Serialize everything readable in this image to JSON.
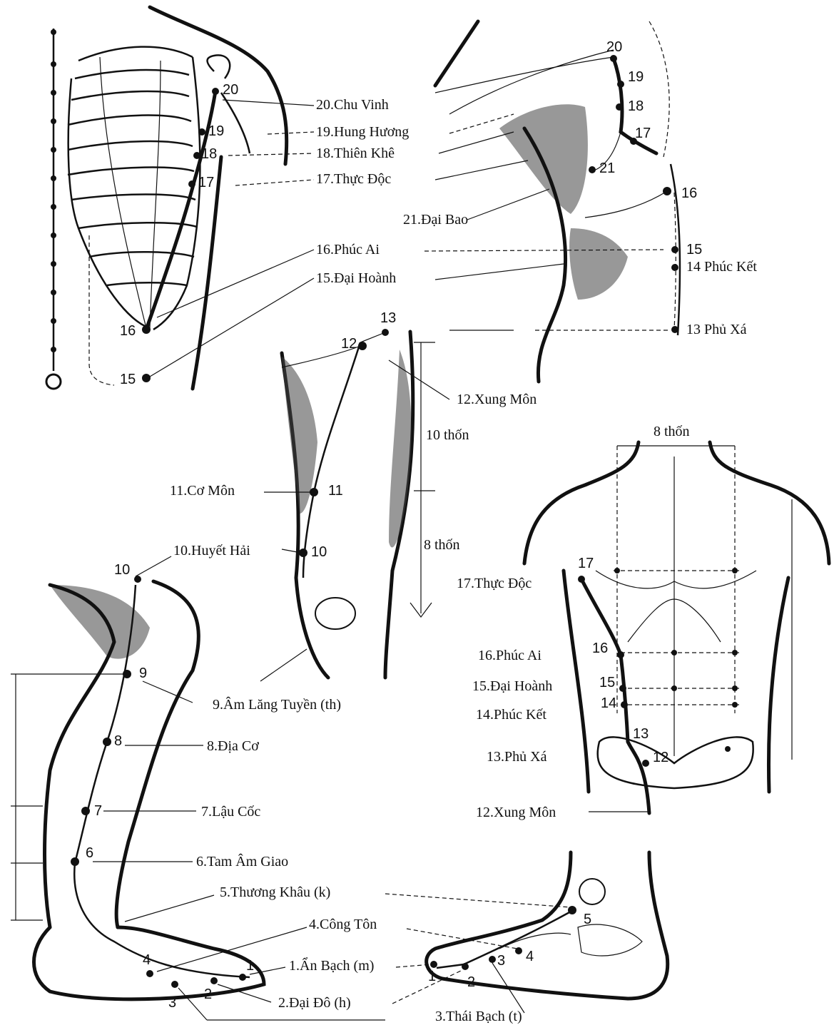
{
  "panels": {
    "chest_front": {
      "labels": {
        "p20": "20.Chu Vinh",
        "p19": "19.Hung Hương",
        "p18": "18.Thiên Khê",
        "p17": "17.Thực Độc",
        "p16": "16.Phúc Ai",
        "p15": "15.Đại Hoành"
      },
      "markers": {
        "m20": "20",
        "m19": "19",
        "m18": "18",
        "m17": "17",
        "m16": "16",
        "m15": "15"
      }
    },
    "side_trunk": {
      "labels": {
        "p21": "21.Đại Bao",
        "p14": "14 Phúc Kết",
        "p13": "13  Phủ Xá"
      },
      "markers": {
        "m20": "20",
        "m19": "19",
        "m18": "18",
        "m17": "17",
        "m21": "21",
        "m16": "16",
        "m15": "15",
        "m13": "13"
      }
    },
    "thigh": {
      "labels": {
        "p12": "12.Xung Môn",
        "d10": "10 thốn",
        "p11": "11.Cơ Môn",
        "d8": "8 thốn",
        "p10": "10.Huyết Hải",
        "p9": "9.Âm Lăng Tuyền (th)"
      },
      "markers": {
        "m13": "13",
        "m12": "12",
        "m11": "11",
        "m10": "10"
      }
    },
    "abdomen": {
      "labels": {
        "width": "8 thốn",
        "p17": "17.Thực Độc",
        "p16": "16.Phúc Ai",
        "p15": "15.Đại Hoành",
        "p14": "14.Phúc Kết",
        "p13": "13.Phủ Xá",
        "p12": "12.Xung Môn"
      },
      "markers": {
        "m17": "17",
        "m16": "16",
        "m15": "15",
        "m14": "14",
        "m13": "13",
        "m12": "12"
      }
    },
    "leg": {
      "labels": {
        "p8": "8.Địa Cơ",
        "p7": "7.Lậu Cốc",
        "p6": "6.Tam Âm Giao",
        "p5": "5.Thương Khâu (k)",
        "p4": "4.Công Tôn",
        "p1": "1.Ẩn Bạch (m)",
        "p2": "2.Đại Đô (h)",
        "p3": "3.Thái Bạch (t)"
      },
      "markers": {
        "m10": "10",
        "m9": "9",
        "m8": "8",
        "m7": "7",
        "m6": "6",
        "m4": "4",
        "m1": "1",
        "m2": "2",
        "m3": "3"
      }
    },
    "foot": {
      "markers": {
        "m5": "5",
        "m4": "4",
        "m3": "3",
        "m2": "2",
        "m1": "1"
      }
    }
  }
}
